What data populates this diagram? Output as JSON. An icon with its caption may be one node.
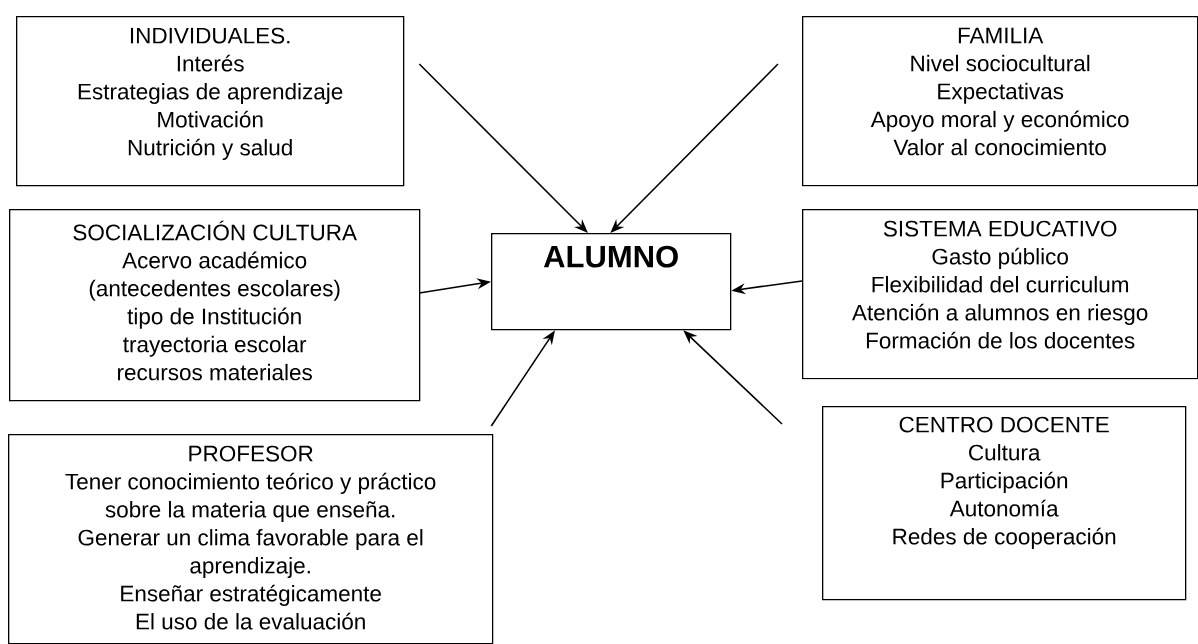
{
  "diagram": {
    "nodes": [
      {
        "text": [
          "INDIVIDUALES.",
          "Interés",
          "Estrategias de aprendizaje",
          "Motivación",
          "Nutrición y salud"
        ]
      },
      {
        "text": [
          "FAMILIA",
          "Nivel sociocultural",
          "Expectativas",
          "Apoyo moral y económico",
          "Valor al conocimiento"
        ]
      },
      {
        "text": [
          "SOCIALIZACIÓN CULTURA",
          "Acervo académico",
          "(antecedentes escolares)",
          "tipo de Institución",
          "trayectoria escolar",
          "recursos materiales"
        ]
      },
      {
        "text": [
          "ALUMNO"
        ]
      },
      {
        "text": [
          "SISTEMA EDUCATIVO",
          "Gasto público",
          "Flexibilidad del curriculum",
          "Atención a alumnos en riesgo",
          "Formación de los docentes"
        ]
      },
      {
        "text": [
          "PROFESOR",
          "Tener conocimiento teórico y práctico sobre la materia que enseña.",
          "Generar un clima favorable para el aprendizaje.",
          "Enseñar estratégicamente",
          "El uso de la evaluación"
        ]
      },
      {
        "text": [
          "CENTRO DOCENTE",
          "Cultura",
          "Participación",
          "Autonomía",
          "Redes de cooperación"
        ]
      }
    ],
    "edges": [
      {
        "from": 0,
        "to": 3,
        "arrow": "to"
      },
      {
        "from": 1,
        "to": 3,
        "arrow": "to"
      },
      {
        "from": 2,
        "to": 3,
        "arrow": "to"
      },
      {
        "from": 4,
        "to": 3,
        "arrow": "to"
      },
      {
        "from": 5,
        "to": 3,
        "arrow": "to"
      },
      {
        "from": 6,
        "to": 3,
        "arrow": "to"
      }
    ]
  }
}
